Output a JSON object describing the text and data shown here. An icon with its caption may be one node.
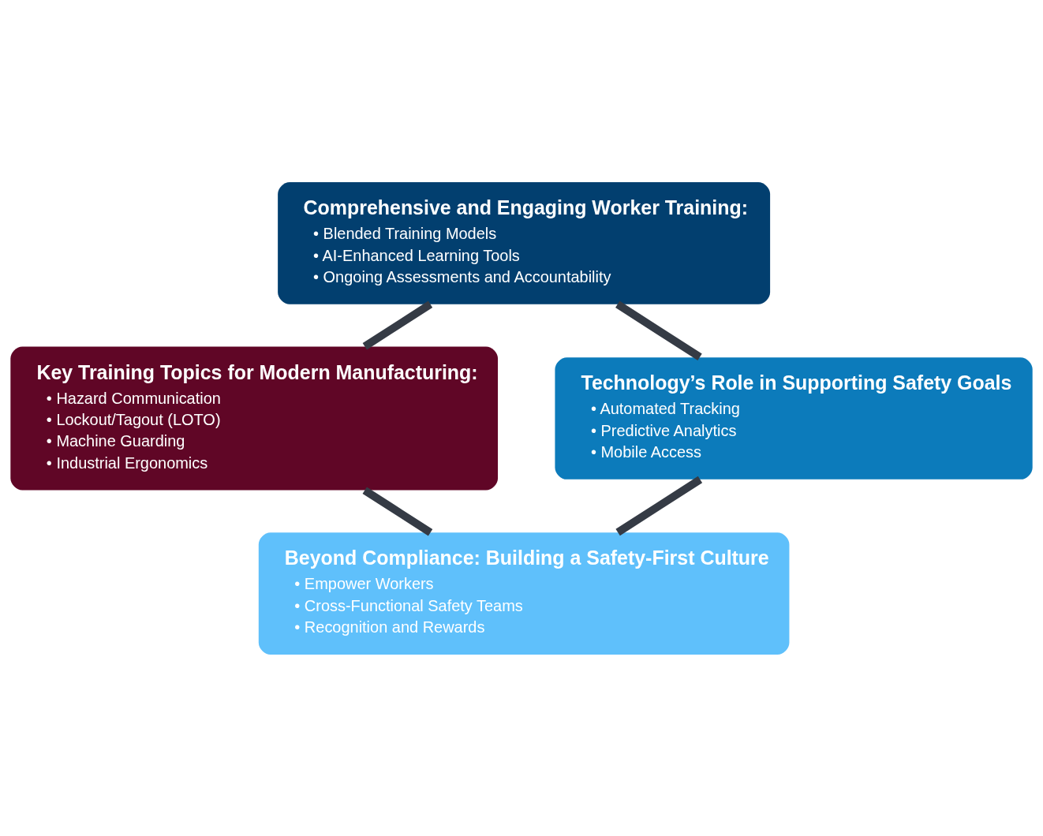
{
  "diagram": {
    "nodes": [
      {
        "text": [
          "Comprehensive and Engaging Worker Training:",
          "• Blended Training Models",
          "• AI-Enhanced Learning Tools",
          "• Ongoing Assessments and Accountability"
        ]
      },
      {
        "text": [
          "Key Training Topics for Modern Manufacturing:",
          "• Hazard Communication",
          "• Lockout/Tagout (LOTO)",
          "• Machine Guarding",
          "• Industrial Ergonomics"
        ]
      },
      {
        "text": [
          "Beyond Compliance: Building a Safety-First Culture",
          "• Empower Workers",
          "• Cross-Functional Safety Teams",
          "• Recognition and Rewards"
        ]
      },
      {
        "text": [
          "Technology’s Role in Supporting Safety Goals",
          "• Automated Tracking",
          "• Predictive Analytics",
          "• Mobile Access"
        ]
      }
    ],
    "edges": [
      {
        "from": 0,
        "to": 3,
        "arrow": "none"
      },
      {
        "from": 0,
        "to": 1,
        "arrow": "none"
      },
      {
        "from": 3,
        "to": 2,
        "arrow": "none"
      },
      {
        "from": 1,
        "to": 2,
        "arrow": "none"
      }
    ]
  }
}
